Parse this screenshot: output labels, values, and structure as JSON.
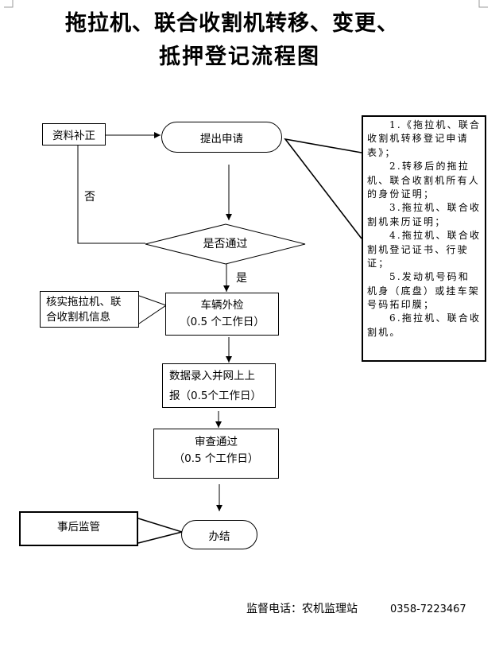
{
  "title": {
    "line1": "拖拉机、联合收割机转移、变更、",
    "line2": "抵押登记流程图"
  },
  "flow": {
    "supplement": "资料补正",
    "apply": "提出申请",
    "decision": "是否通过",
    "no_label": "否",
    "yes_label": "是",
    "inspection": {
      "title": "车辆外检",
      "duration": "（0.5 个工作日）"
    },
    "verify_note": [
      "核实拖拉机、联",
      "合收割机信息"
    ],
    "data_entry": [
      "数据录入并网上上",
      "报（0.5个工作日）"
    ],
    "review": {
      "title": "审查通过",
      "duration": "（0.5 个工作日）"
    },
    "finish": "办结",
    "supervision": "事后监管"
  },
  "requirements": [
    {
      "lines": [
        "1.《拖拉机、联合",
        "收割机转移登记申请",
        "表》；"
      ]
    },
    {
      "lines": [
        "2.转移后的拖拉",
        "机、联合收割机所有人",
        "的身份证明；"
      ]
    },
    {
      "lines": [
        "3.拖拉机、联合收",
        "割机来历证明；"
      ]
    },
    {
      "lines": [
        "4.拖拉机、联合收",
        "割机登记证书、行驶",
        "证；"
      ]
    },
    {
      "lines": [
        "5.发动机号码和",
        "机身（底盘）或挂车架",
        "号码拓印膜；"
      ]
    },
    {
      "lines": [
        "6.拖拉机、联合收",
        "割机。"
      ]
    }
  ],
  "footer": {
    "label": "监督电话：农机监理站",
    "phone": "0358-7223467"
  },
  "colors": {
    "ink": "#000000",
    "background": "#ffffff"
  }
}
